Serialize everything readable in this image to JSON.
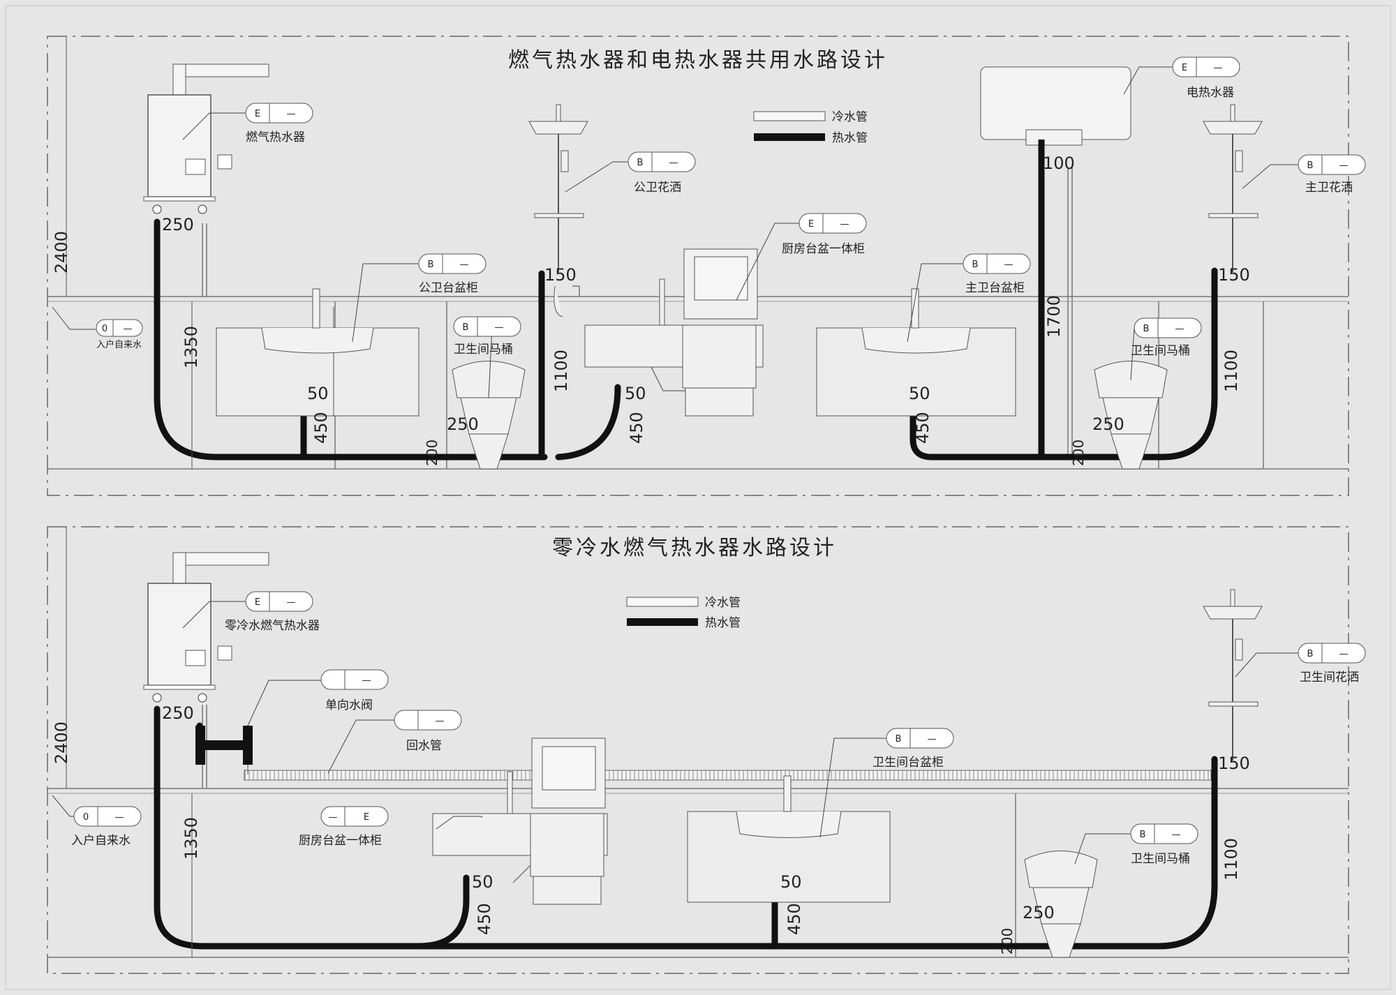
{
  "panel_top": {
    "title": "燃气热水器和电热水器共用水路设计",
    "legend": {
      "cold": "冷水管",
      "hot": "热水管"
    },
    "labels": {
      "gas_heater": "燃气热水器",
      "public_shower": "公卫花洒",
      "kitchen_cabinet": "厨房台盆一体柜",
      "electric_heater": "电热水器",
      "master_shower": "主卫花洒",
      "public_basin": "公卫台盆柜",
      "master_basin": "主卫台盆柜",
      "toilet_left": "卫生间马桶",
      "toilet_right": "卫生间马桶",
      "inlet": "入户自来水"
    },
    "tags": {
      "gas_heater": [
        "E",
        "—"
      ],
      "public_shower": [
        "B",
        "—"
      ],
      "kitchen_cabinet": [
        "E",
        "—"
      ],
      "electric_heater": [
        "E",
        "—"
      ],
      "master_shower": [
        "B",
        "—"
      ],
      "public_basin": [
        "B",
        "—"
      ],
      "master_basin": [
        "B",
        "—"
      ],
      "toilet_left": [
        "B",
        "—"
      ],
      "toilet_right": [
        "B",
        "—"
      ],
      "inlet": [
        "0",
        "—"
      ]
    },
    "dims": {
      "h2400": "2400",
      "h1350": "1350",
      "h1100_l": "1100",
      "h1100_r": "1100",
      "h1700": "1700",
      "h450_a": "450",
      "h450_b": "450",
      "h450_c": "450",
      "h200_a": "200",
      "h200_b": "200",
      "w250_a": "250",
      "w250_b": "250",
      "w250_c": "250",
      "w150_a": "150",
      "w150_b": "150",
      "w150_c": "50",
      "w150_d": "50",
      "w150_e": "50",
      "w100": "100"
    }
  },
  "panel_bottom": {
    "title": "零冷水燃气热水器水路设计",
    "legend": {
      "cold": "冷水管",
      "hot": "热水管"
    },
    "labels": {
      "gas_heater": "零冷水燃气热水器",
      "check_valve": "单向水阀",
      "return_pipe": "回水管",
      "basin": "卫生间台盆柜",
      "shower": "卫生间花洒",
      "kitchen_cabinet": "厨房台盆一体柜",
      "toilet": "卫生间马桶",
      "inlet": "入户自来水"
    },
    "tags": {
      "gas_heater": [
        "E",
        "—"
      ],
      "check_valve": [
        "",
        "—"
      ],
      "return_pipe": [
        "",
        "—"
      ],
      "basin": [
        "B",
        "—"
      ],
      "shower": [
        "B",
        "—"
      ],
      "kitchen_cabinet": [
        "—",
        "E"
      ],
      "toilet": [
        "B",
        "—"
      ],
      "inlet": [
        "0",
        "—"
      ]
    },
    "dims": {
      "h2400": "2400",
      "h1350": "1350",
      "h1100": "1100",
      "h450_a": "450",
      "h450_b": "450",
      "h200": "200",
      "w250_a": "250",
      "w250_b": "250",
      "w50_a": "50",
      "w50_b": "50",
      "w150": "150"
    }
  },
  "colors": {
    "hot": "#111111",
    "cold": "#f4f4f4",
    "line": "#666666",
    "bg": "#e6e6e6"
  }
}
